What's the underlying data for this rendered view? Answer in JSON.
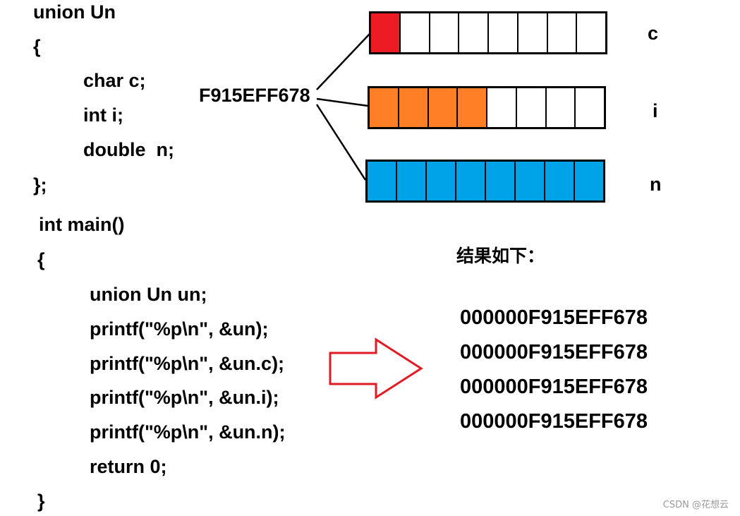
{
  "code_block": {
    "union_lines": [
      "union Un",
      "{",
      "char c;",
      "int i;",
      "double  n;",
      "};"
    ],
    "main_lines": [
      "int main()",
      "{",
      "union Un un;",
      "printf(\"%p\\n\", &un);",
      "printf(\"%p\\n\", &un.c);",
      "printf(\"%p\\n\", &un.i);",
      "printf(\"%p\\n\", &un.n);",
      "return 0;",
      "}"
    ]
  },
  "memory_diagram": {
    "address_label": "F915EFF678",
    "bars": [
      {
        "member": "c",
        "total_bytes": 8,
        "used_bytes": 1,
        "fill_color": "#ed1c24"
      },
      {
        "member": "i",
        "total_bytes": 8,
        "used_bytes": 4,
        "fill_color": "#ff7f27"
      },
      {
        "member": "n",
        "total_bytes": 8,
        "used_bytes": 8,
        "fill_color": "#00a2e8"
      }
    ],
    "arrow_color": "#e01b24"
  },
  "result": {
    "heading": "结果如下：",
    "lines": [
      "000000F915EFF678",
      "000000F915EFF678",
      "000000F915EFF678",
      "000000F915EFF678"
    ]
  },
  "watermark": "CSDN @花想云"
}
